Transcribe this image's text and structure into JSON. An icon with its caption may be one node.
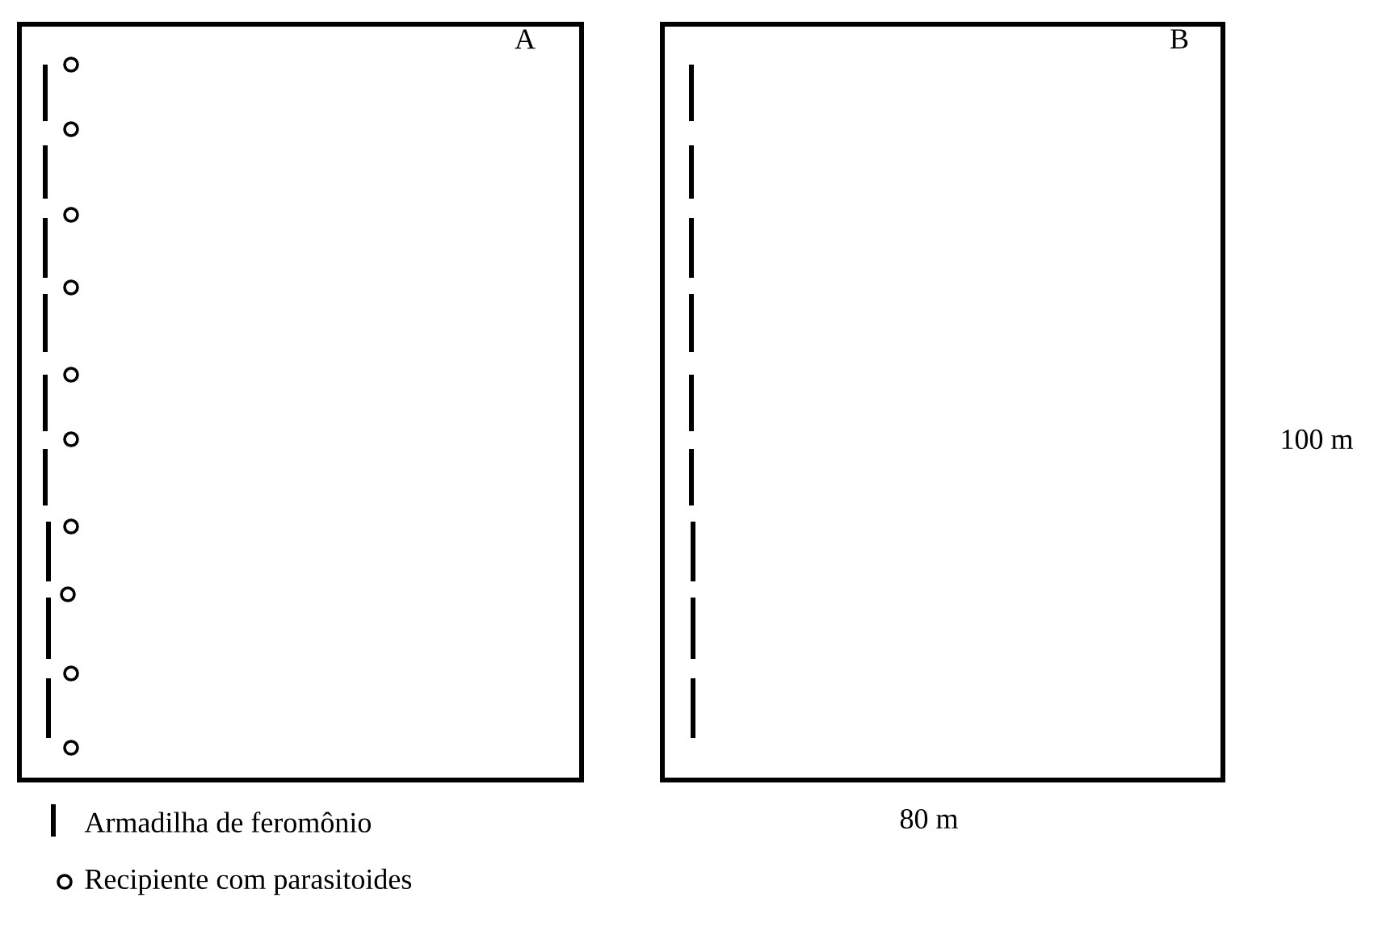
{
  "diagram": {
    "nodes": [
      {
        "text": [
          "A"
        ]
      },
      {
        "text": [
          "B"
        ]
      }
    ],
    "labels": [
      "100 m",
      "80 m"
    ],
    "legend": [
      {
        "text": "Armadilha de feromônio"
      },
      {
        "text": "Recipiente com parasitoides"
      }
    ]
  }
}
